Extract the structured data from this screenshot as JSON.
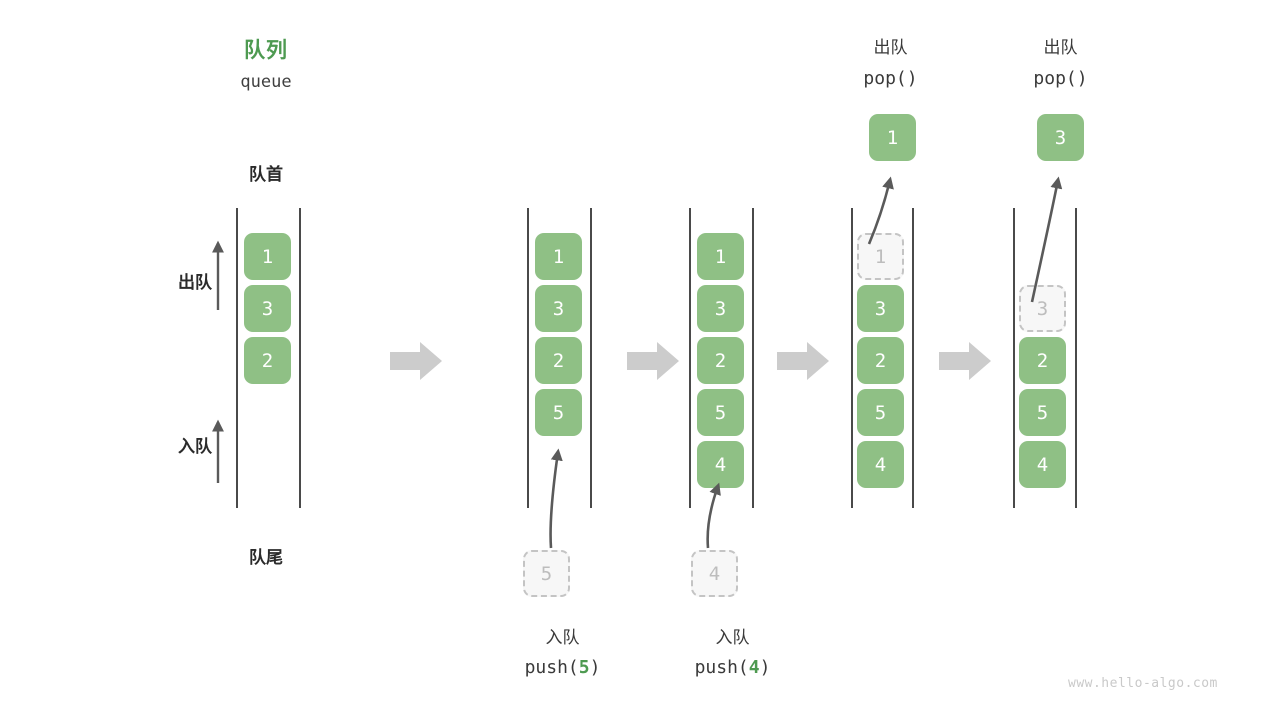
{
  "figure": {
    "title_cn": "队列",
    "title_en": "queue",
    "head_label": "队首",
    "tail_label": "队尾",
    "dequeue_label": "出队",
    "enqueue_label": "入队",
    "watermark": "www.hello-algo.com",
    "accent_green": "#4e9a51",
    "cell_green": "#8fc085",
    "ghost_gray": "#bdbdbd",
    "arrow_gray": "#5a5a5a",
    "step_arrow_gray": "#c8c8c8"
  },
  "steps": [
    {
      "id": "initial",
      "header_cn": "",
      "header_code": "",
      "cells": [
        {
          "value": "1",
          "state": "filled"
        },
        {
          "value": "3",
          "state": "filled"
        },
        {
          "value": "2",
          "state": "filled"
        }
      ],
      "incoming": null,
      "popped": null
    },
    {
      "id": "push-5",
      "header_cn": "",
      "header_code": "",
      "cells": [
        {
          "value": "1",
          "state": "filled"
        },
        {
          "value": "3",
          "state": "filled"
        },
        {
          "value": "2",
          "state": "filled"
        },
        {
          "value": "5",
          "state": "filled"
        }
      ],
      "incoming": {
        "value": "5",
        "state": "ghost"
      },
      "popped": null,
      "caption_cn": "入队",
      "caption_code_prefix": "push(",
      "caption_code_num": "5",
      "caption_code_suffix": ")"
    },
    {
      "id": "push-4",
      "header_cn": "",
      "header_code": "",
      "cells": [
        {
          "value": "1",
          "state": "filled"
        },
        {
          "value": "3",
          "state": "filled"
        },
        {
          "value": "2",
          "state": "filled"
        },
        {
          "value": "5",
          "state": "filled"
        },
        {
          "value": "4",
          "state": "filled"
        }
      ],
      "incoming": {
        "value": "4",
        "state": "ghost"
      },
      "popped": null,
      "caption_cn": "入队",
      "caption_code_prefix": "push(",
      "caption_code_num": "4",
      "caption_code_suffix": ")"
    },
    {
      "id": "pop-1",
      "header_cn": "出队",
      "header_code": "pop()",
      "cells": [
        {
          "value": "1",
          "state": "ghost"
        },
        {
          "value": "3",
          "state": "filled"
        },
        {
          "value": "2",
          "state": "filled"
        },
        {
          "value": "5",
          "state": "filled"
        },
        {
          "value": "4",
          "state": "filled"
        }
      ],
      "incoming": null,
      "popped": {
        "value": "1",
        "state": "filled"
      }
    },
    {
      "id": "pop-3",
      "header_cn": "出队",
      "header_code": "pop()",
      "cells": [
        {
          "value": "",
          "state": "empty"
        },
        {
          "value": "3",
          "state": "ghost"
        },
        {
          "value": "2",
          "state": "filled"
        },
        {
          "value": "5",
          "state": "filled"
        },
        {
          "value": "4",
          "state": "filled"
        }
      ],
      "incoming": null,
      "popped": {
        "value": "3",
        "state": "filled"
      }
    }
  ]
}
